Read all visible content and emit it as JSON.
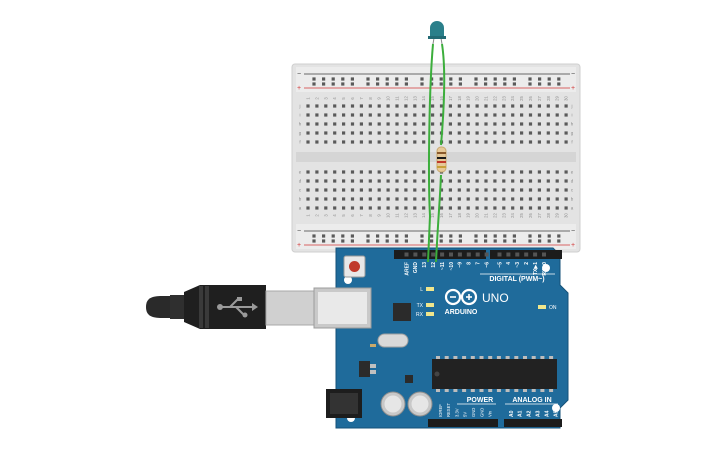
{
  "arduino": {
    "brand_name": "ARDUINO",
    "model": "UNO",
    "digital_header_label": "DIGITAL (PWM~)",
    "power_label": "POWER",
    "analog_label": "ANALOG IN",
    "on_label": "ON",
    "led_l_label": "L",
    "led_tx_label": "TX",
    "led_rx_label": "RX",
    "digital_pins": [
      "AREF",
      "GND",
      "13",
      "12",
      "~11",
      "~10",
      "~9",
      "8",
      "7",
      "~6",
      "~5",
      "4",
      "~3",
      "2",
      "TX▶1",
      "RX◀0"
    ],
    "power_pins": [
      "IOREF",
      "RESET",
      "3.3V",
      "5V",
      "GND",
      "GND",
      "Vin"
    ],
    "analog_pins": [
      "A0",
      "A1",
      "A2",
      "A3",
      "A4",
      "A5"
    ],
    "board_color": "#1f6b9b"
  },
  "breadboard": {
    "rows_top": [
      "j",
      "i",
      "h",
      "g",
      "f"
    ],
    "rows_bottom": [
      "e",
      "d",
      "c",
      "b",
      "a"
    ],
    "columns": [
      "1",
      "2",
      "3",
      "4",
      "5",
      "6",
      "7",
      "8",
      "9",
      "10",
      "11",
      "12",
      "13",
      "14",
      "15",
      "16",
      "17",
      "18",
      "19",
      "20",
      "21",
      "22",
      "23",
      "24",
      "25",
      "26",
      "27",
      "28",
      "29",
      "30"
    ],
    "rail_minus": "−",
    "rail_plus": "+"
  },
  "components": {
    "led_color": "#2a7f8a",
    "wire_color": "#3cae3c",
    "resistor_color": "#e7c999"
  }
}
